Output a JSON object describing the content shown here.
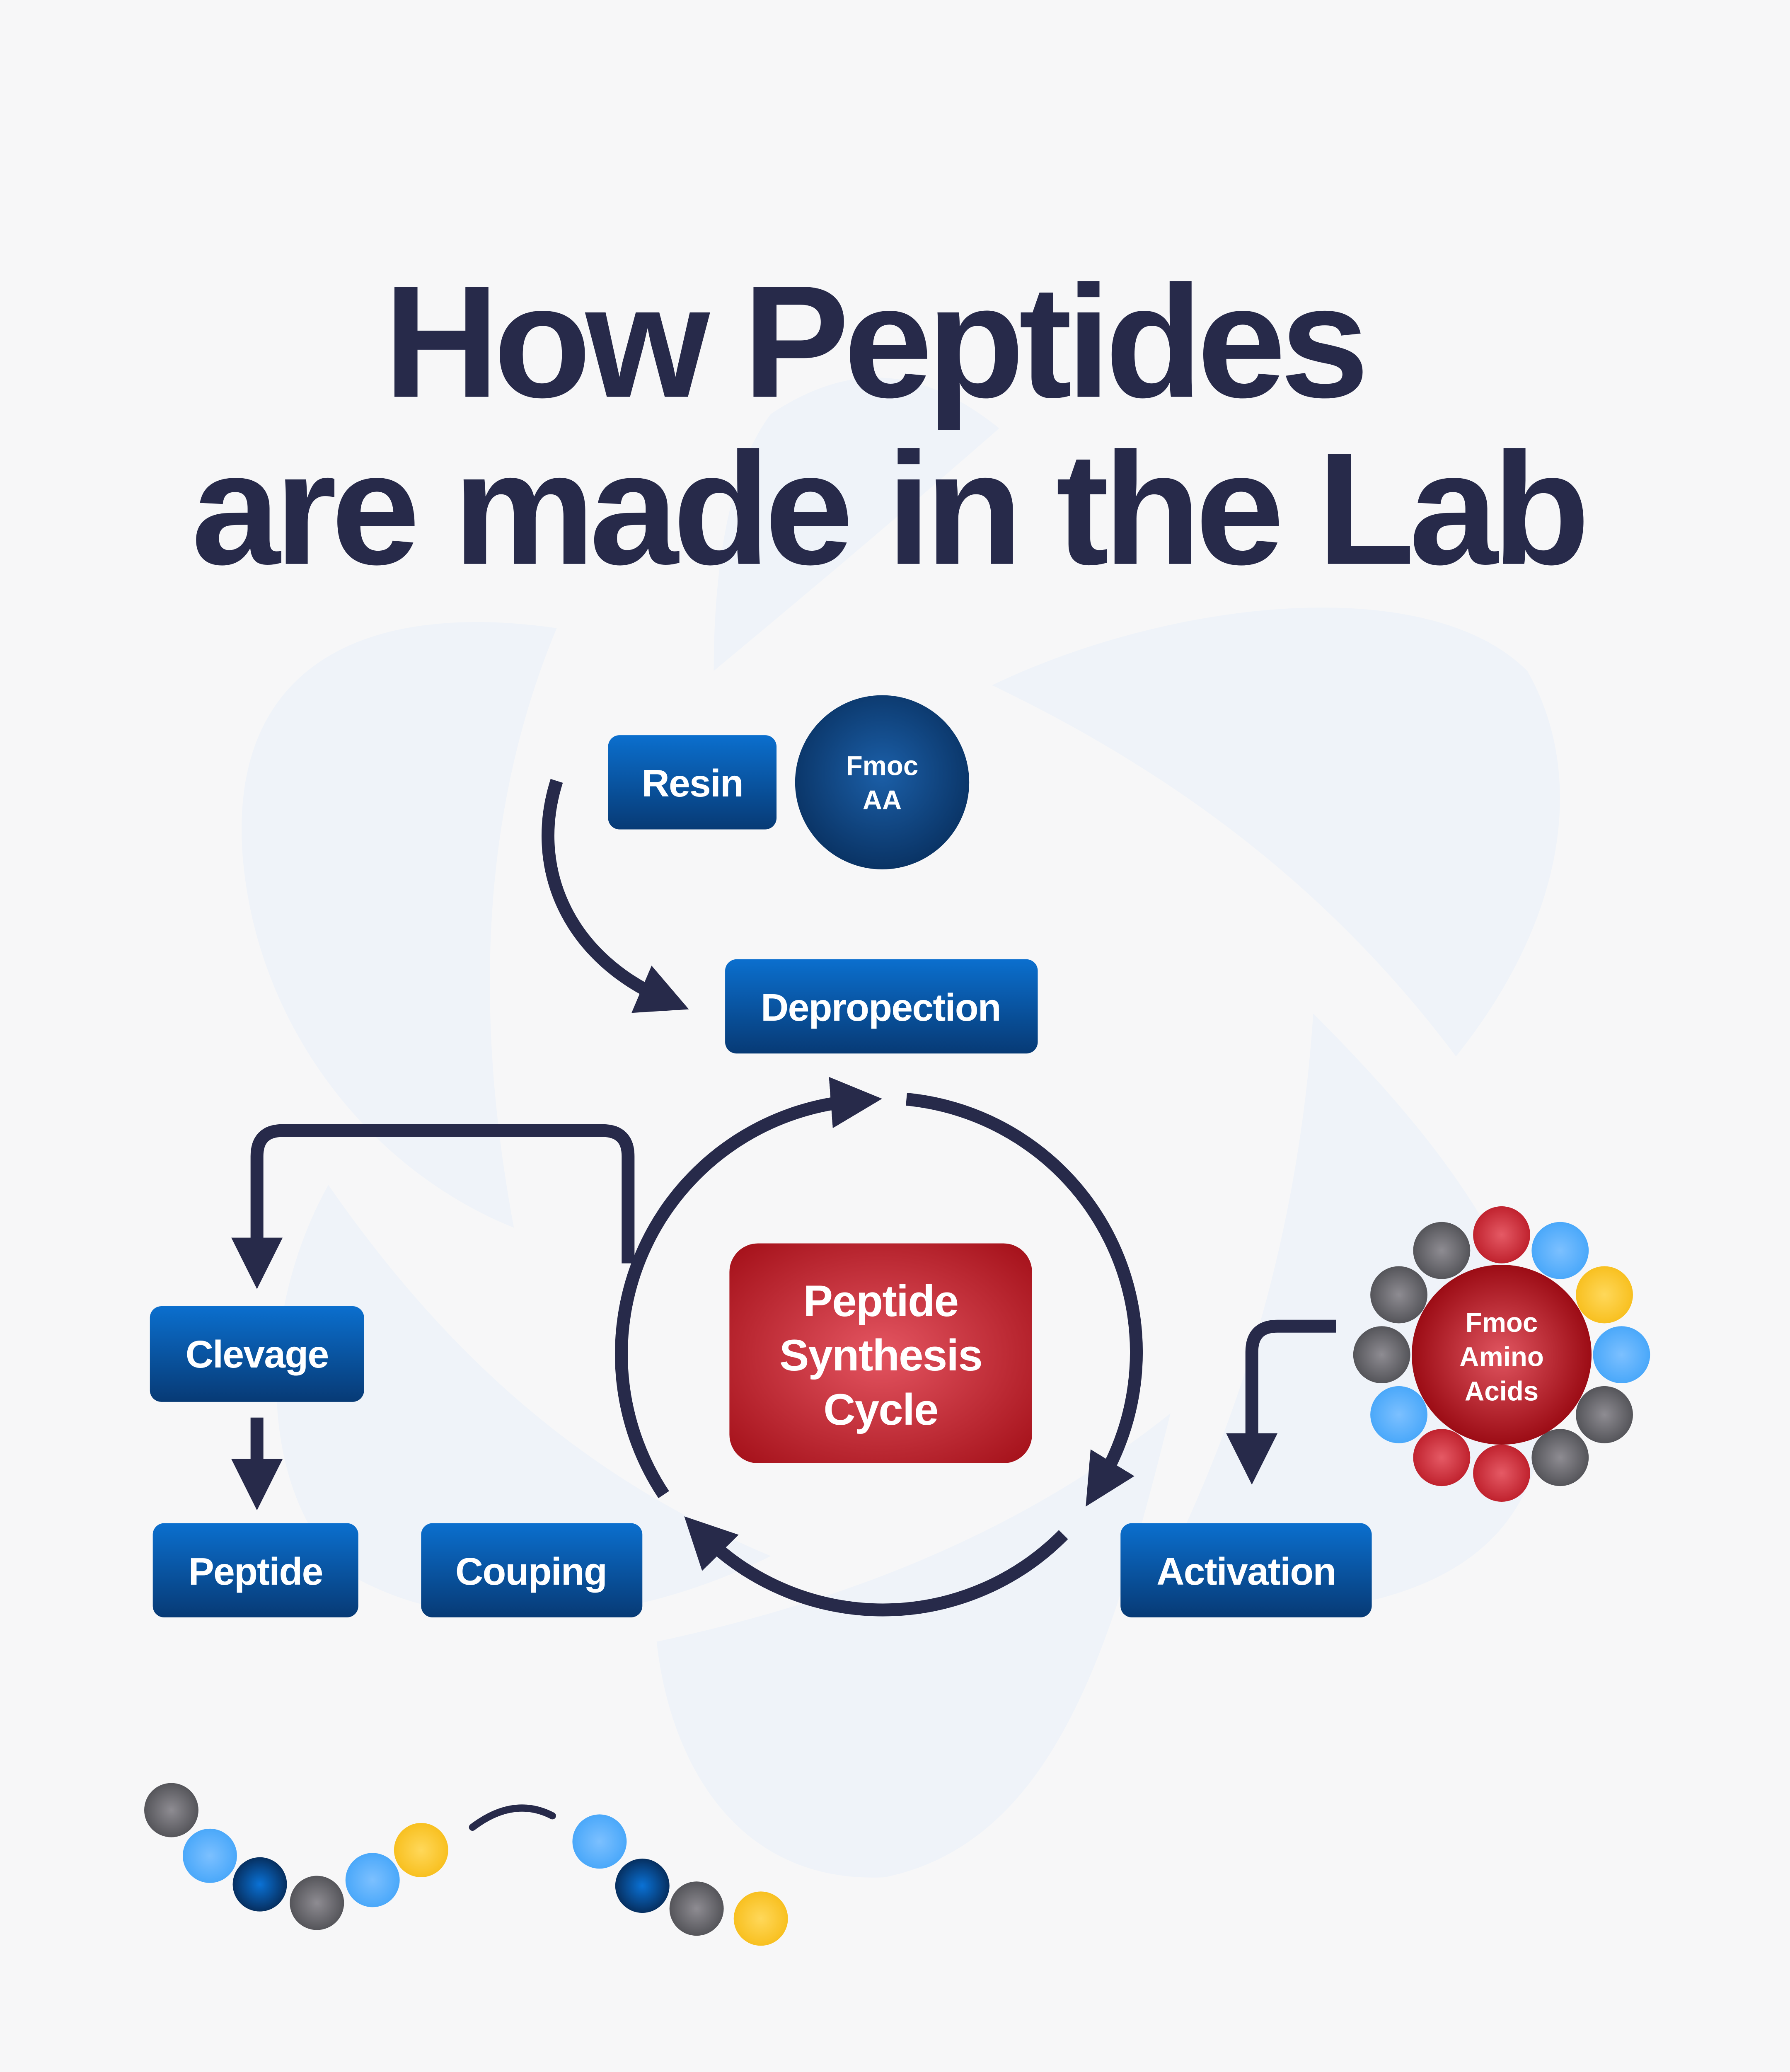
{
  "title": {
    "line1": "How Peptides",
    "line2": "are made in the Lab"
  },
  "steps": {
    "resin": "Resin",
    "fmoc_aa": {
      "line1": "Fmoc",
      "line2": "AA"
    },
    "deprotection": "Depropection",
    "cycle": {
      "line1": "Peptide",
      "line2": "Synthesis",
      "line3": "Cycle"
    },
    "cleavage": "Clevage",
    "peptide": "Peptide",
    "coupling": "Couping",
    "activation": "Activation",
    "fmoc_amino_acids": {
      "line1": "Fmoc",
      "line2": "Amino",
      "line3": "Acids"
    }
  },
  "colors": {
    "background": "#f7f7f8",
    "title": "#272a4a",
    "step_box": "#0a5bb0",
    "cycle_box": "#b5141d",
    "ball_red": "#c8232f",
    "ball_gray": "#6b6b70",
    "ball_light_blue": "#5ab0fb",
    "ball_navy": "#0a4a8a",
    "ball_yellow": "#fbc82a"
  }
}
